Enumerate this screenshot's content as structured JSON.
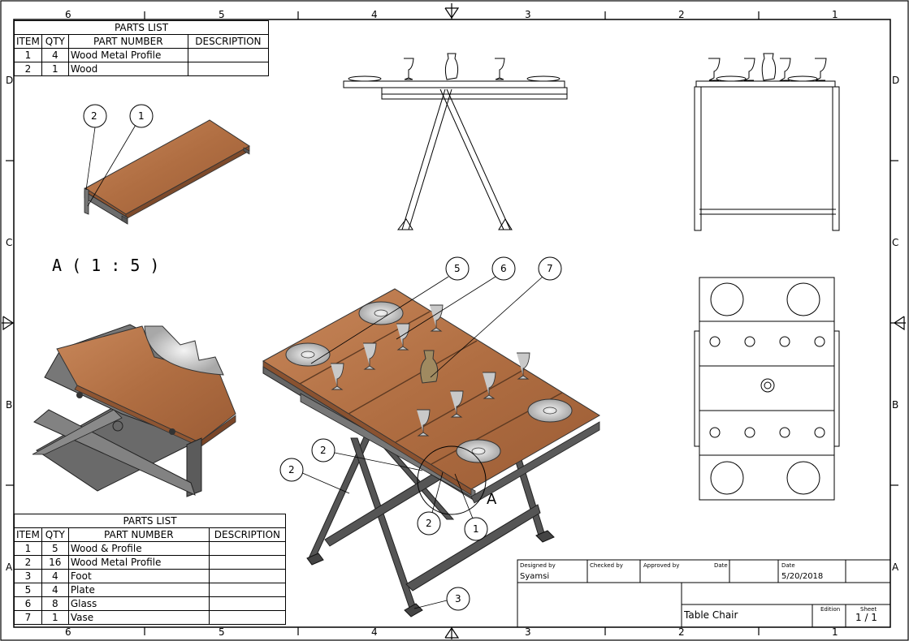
{
  "zones": {
    "top": [
      "6",
      "5",
      "4",
      "3",
      "2",
      "1"
    ],
    "bottom": [
      "6",
      "5",
      "4",
      "3",
      "2",
      "1"
    ],
    "left": [
      "D",
      "C",
      "B",
      "A"
    ],
    "right": [
      "D",
      "C",
      "B",
      "A"
    ]
  },
  "parts_list_small": {
    "title": "PARTS LIST",
    "headers": [
      "ITEM",
      "QTY",
      "PART NUMBER",
      "DESCRIPTION"
    ],
    "rows": [
      {
        "item": "1",
        "qty": "4",
        "part": "Wood Metal Profile",
        "desc": ""
      },
      {
        "item": "2",
        "qty": "1",
        "part": "Wood",
        "desc": ""
      }
    ]
  },
  "parts_list_main": {
    "title": "PARTS LIST",
    "headers": [
      "ITEM",
      "QTY",
      "PART NUMBER",
      "DESCRIPTION"
    ],
    "rows": [
      {
        "item": "1",
        "qty": "5",
        "part": "Wood & Profile",
        "desc": ""
      },
      {
        "item": "2",
        "qty": "16",
        "part": "Wood Metal Profile",
        "desc": ""
      },
      {
        "item": "3",
        "qty": "4",
        "part": "Foot",
        "desc": ""
      },
      {
        "item": "5",
        "qty": "4",
        "part": "Plate",
        "desc": ""
      },
      {
        "item": "6",
        "qty": "8",
        "part": "Glass",
        "desc": ""
      },
      {
        "item": "7",
        "qty": "1",
        "part": "Vase",
        "desc": ""
      }
    ]
  },
  "detail_view": {
    "label": "A ( 1 : 5 )",
    "marker": "A"
  },
  "balloons": {
    "top_left": [
      "2",
      "1"
    ],
    "iso": [
      "5",
      "6",
      "7",
      "2",
      "2",
      "2",
      "1",
      "3"
    ]
  },
  "title_block": {
    "designed_by_label": "Designed by",
    "designed_by": "Syamsi",
    "checked_by_label": "Checked by",
    "approved_by_label": "Approved by",
    "date_label1": "Date",
    "date_label2": "Date",
    "date": "5/20/2018",
    "title": "Table Chair",
    "edition_label": "Edition",
    "sheet_label": "Sheet",
    "sheet": "1 / 1"
  },
  "colors": {
    "wood": "#b5764a",
    "wood_dark": "#8e5532",
    "metal": "#7a7a7a",
    "line": "#000000"
  }
}
